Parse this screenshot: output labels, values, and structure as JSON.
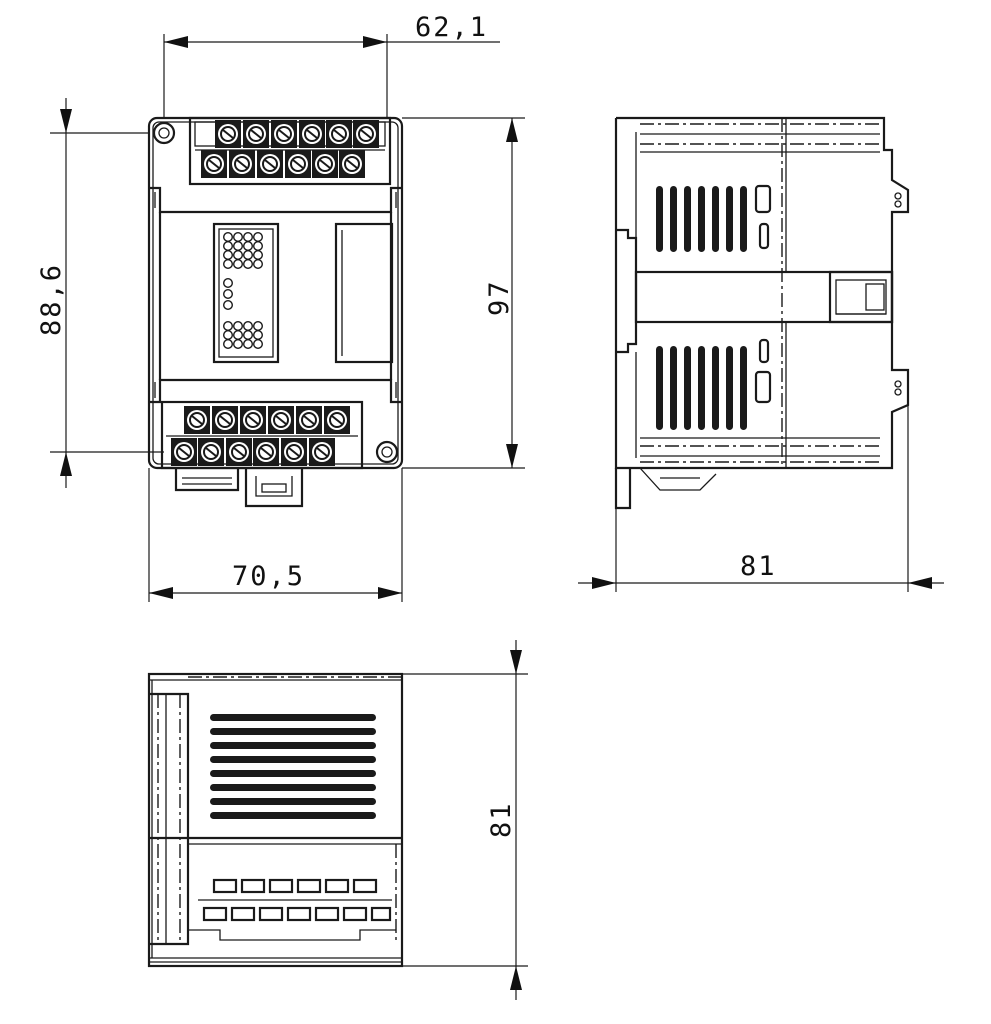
{
  "dimensions": {
    "front_top_width": "62,1",
    "front_height_inner": "88,6",
    "front_height_overall": "97",
    "front_width_overall": "70,5",
    "side_depth": "81",
    "bottom_depth": "81"
  }
}
